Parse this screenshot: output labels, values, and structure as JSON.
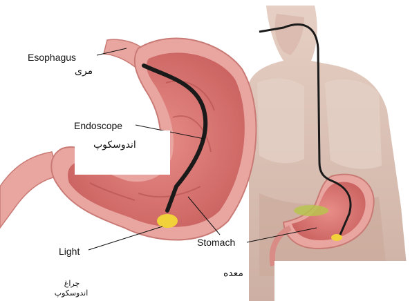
{
  "labels": {
    "esophagus_en": "Esophagus",
    "esophagus_fa": "مری",
    "endoscope_en": "Endoscope",
    "endoscope_fa": "اندوسکوپ",
    "light_en": "Light",
    "light_fa_line1": "چراغ",
    "light_fa_line2": "اندوسکوپ",
    "stomach_en": "Stomach",
    "stomach_fa": "معده"
  },
  "colors": {
    "background": "#ffffff",
    "body_skin": "#d9c2b6",
    "stomach_outer": "#e9a6a0",
    "stomach_inner": "#d97b78",
    "endoscope": "#1a1a1a",
    "light": "#f2d23a",
    "leader_line": "#111111"
  }
}
